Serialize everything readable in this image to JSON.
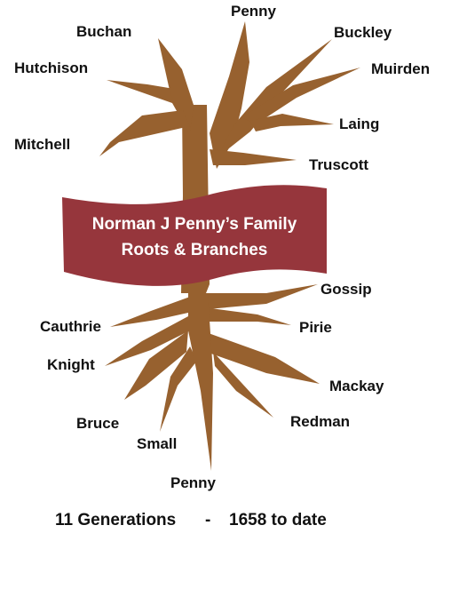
{
  "colors": {
    "trunk": "#97612f",
    "banner": "#96363c",
    "banner_text": "#ffffff",
    "text": "#111111"
  },
  "branches": {
    "top": "Penny",
    "buchan": "Buchan",
    "buckley": "Buckley",
    "hutchison": "Hutchison",
    "muirden": "Muirden",
    "laing": "Laing",
    "mitchell": "Mitchell",
    "truscott": "Truscott"
  },
  "roots": {
    "gossip": "Gossip",
    "cauthrie": "Cauthrie",
    "pirie": "Pirie",
    "knight": "Knight",
    "mackay": "Mackay",
    "bruce": "Bruce",
    "redman": "Redman",
    "small": "Small",
    "bottom": "Penny"
  },
  "banner": {
    "line1": "Norman J Penny’s Family",
    "line2": "Roots & Branches"
  },
  "footer": {
    "generations": "11 Generations",
    "separator": "-",
    "range": "1658 to date"
  }
}
